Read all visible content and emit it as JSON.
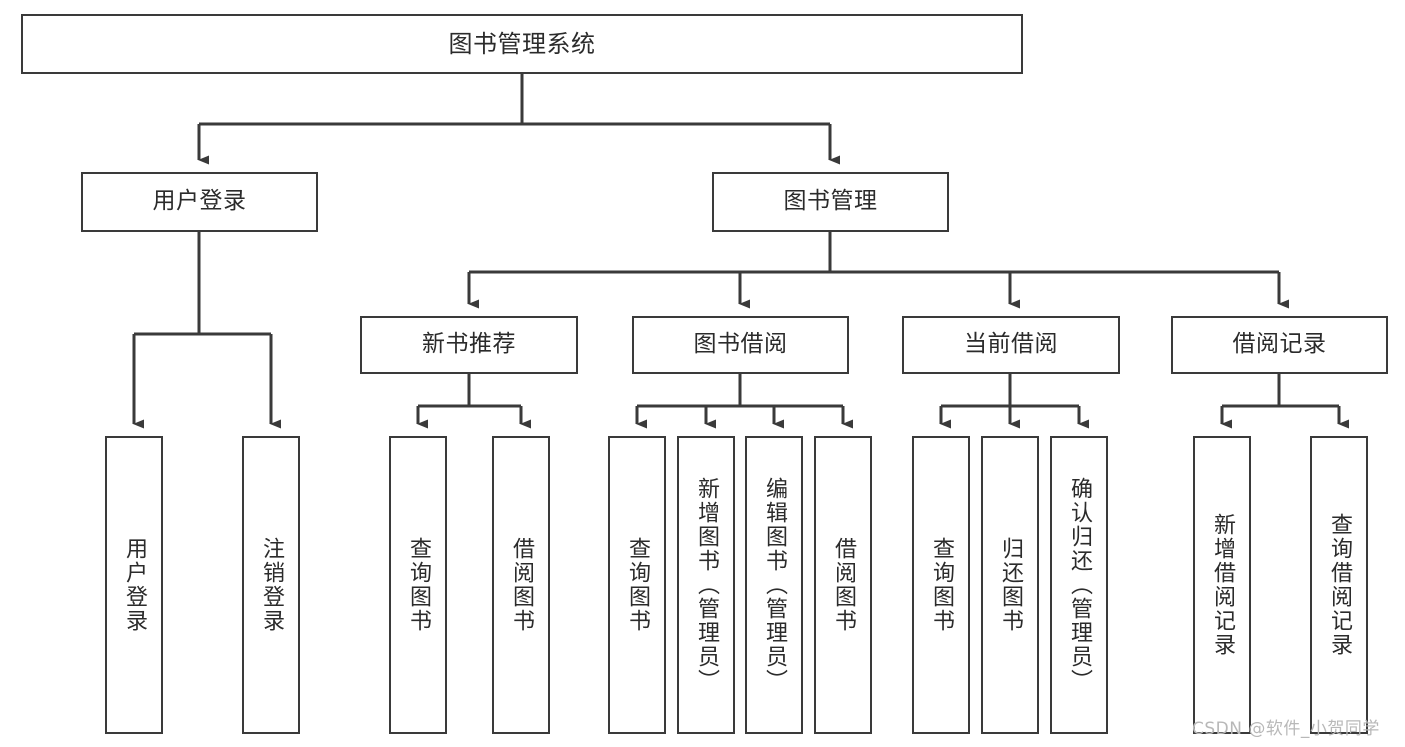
{
  "diagram": {
    "type": "tree-hierarchy",
    "root": {
      "id": "root",
      "label": "图书管理系统"
    },
    "level2": [
      {
        "id": "user-login",
        "label": "用户登录"
      },
      {
        "id": "book-management",
        "label": "图书管理"
      }
    ],
    "level3": [
      {
        "id": "new-book-recommend",
        "label": "新书推荐",
        "parent": "book-management"
      },
      {
        "id": "book-borrow",
        "label": "图书借阅",
        "parent": "book-management"
      },
      {
        "id": "current-borrow",
        "label": "当前借阅",
        "parent": "book-management"
      },
      {
        "id": "borrow-record",
        "label": "借阅记录",
        "parent": "book-management"
      }
    ],
    "leaves": [
      {
        "id": "leaf-user-login",
        "label": "用户登录",
        "parent": "user-login"
      },
      {
        "id": "leaf-logout",
        "label": "注销登录",
        "parent": "user-login"
      },
      {
        "id": "leaf-query-book-1",
        "label": "查询图书",
        "parent": "new-book-recommend"
      },
      {
        "id": "leaf-borrow-book-1",
        "label": "借阅图书",
        "parent": "new-book-recommend"
      },
      {
        "id": "leaf-query-book-2",
        "label": "查询图书",
        "parent": "book-borrow"
      },
      {
        "id": "leaf-add-book",
        "label": "新增图书（管理员）",
        "parent": "book-borrow"
      },
      {
        "id": "leaf-edit-book",
        "label": "编辑图书（管理员）",
        "parent": "book-borrow"
      },
      {
        "id": "leaf-borrow-book-2",
        "label": "借阅图书",
        "parent": "book-borrow"
      },
      {
        "id": "leaf-query-book-3",
        "label": "查询图书",
        "parent": "current-borrow"
      },
      {
        "id": "leaf-return-book",
        "label": "归还图书",
        "parent": "current-borrow"
      },
      {
        "id": "leaf-confirm-return",
        "label": "确认归还（管理员）",
        "parent": "current-borrow"
      },
      {
        "id": "leaf-add-record",
        "label": "新增借阅记录",
        "parent": "borrow-record"
      },
      {
        "id": "leaf-query-record",
        "label": "查询借阅记录",
        "parent": "borrow-record"
      }
    ]
  },
  "watermark": {
    "text": "CSDN @软件_小贺同学"
  },
  "colors": {
    "stroke": "#3a3a3a",
    "box_fill": "#ffffff",
    "text": "#2b2b2b",
    "watermark": "#b8b8b8",
    "background": "#ffffff"
  }
}
